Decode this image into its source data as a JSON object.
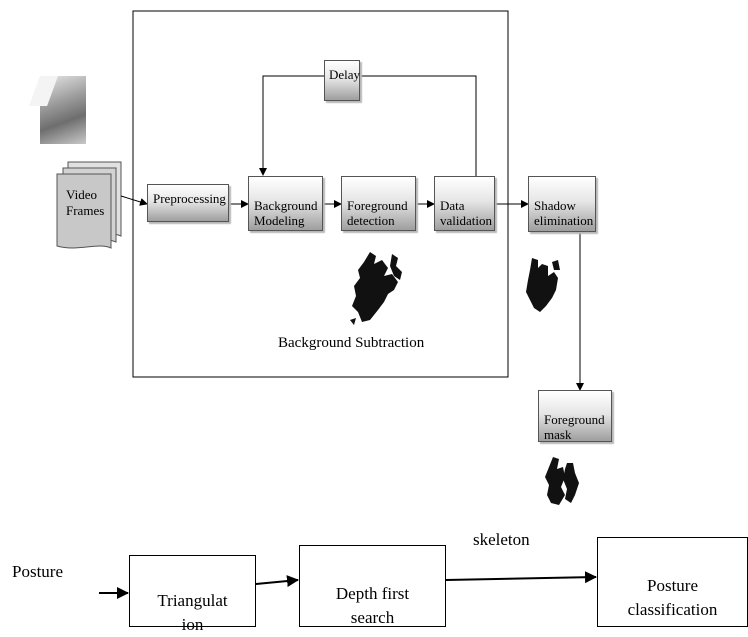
{
  "pipeline": {
    "video_frames": "Video\nFrames",
    "preprocessing": "Preprocessing",
    "background_modeling": "Background\nModeling",
    "foreground_detection": "Foreground\ndetection",
    "data_validation": "Data\nvalidation",
    "delay": "Delay",
    "shadow_elimination": "Shadow\nelimination",
    "foreground_mask": "Foreground\nmask",
    "caption": "Background Subtraction"
  },
  "posture_flow": {
    "posture_label": "Posture",
    "triangulation": "Triangulat\nion",
    "depth_first_search": "Depth first\nsearch",
    "skeleton_label": "skeleton",
    "posture_classification": "Posture\nclassification"
  }
}
